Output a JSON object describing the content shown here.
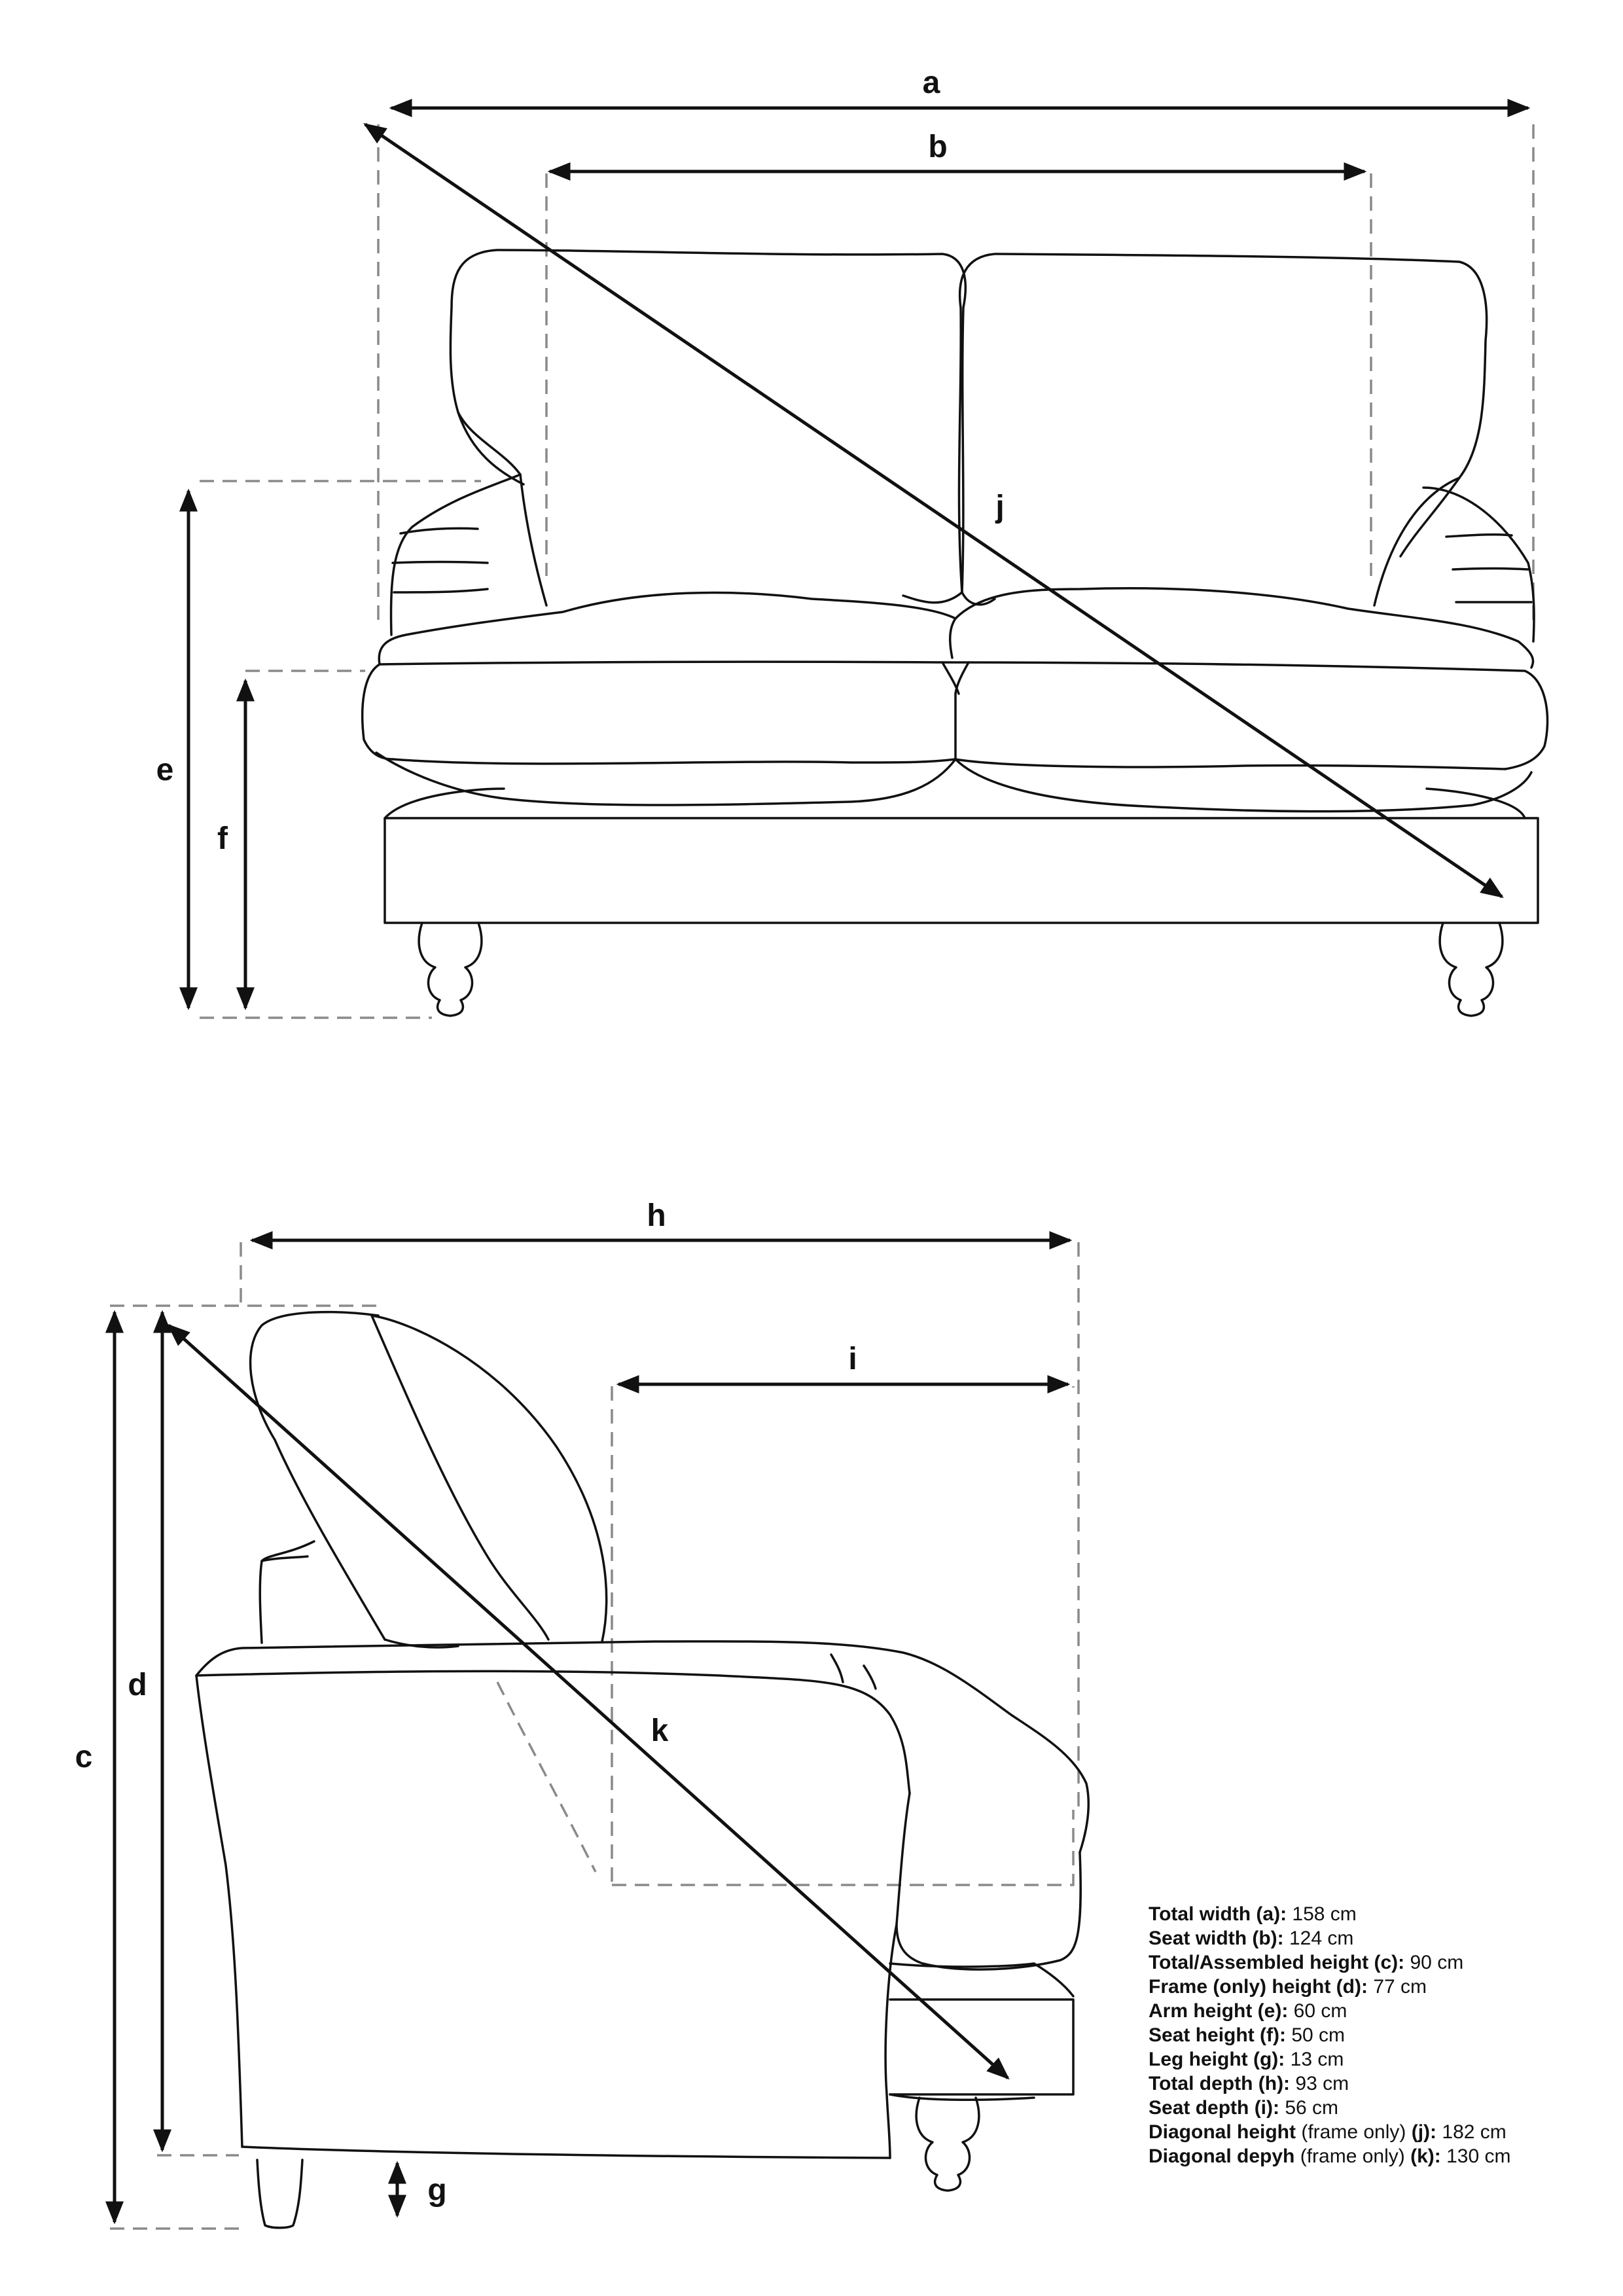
{
  "labels": {
    "a": "a",
    "b": "b",
    "c": "c",
    "d": "d",
    "e": "e",
    "f": "f",
    "g": "g",
    "h": "h",
    "i": "i",
    "j": "j",
    "k": "k"
  },
  "specs": [
    {
      "label": "Total width (a):",
      "value": "158 cm"
    },
    {
      "label": "Seat width (b):",
      "value": "124 cm"
    },
    {
      "label": "Total/Assembled height (c):",
      "value": "90 cm"
    },
    {
      "label": "Frame (only) height (d):",
      "value": "77 cm"
    },
    {
      "label": "Arm height (e):",
      "value": "60 cm"
    },
    {
      "label": "Seat height (f):",
      "value": "50 cm"
    },
    {
      "label": "Leg height (g):",
      "value": "13 cm"
    },
    {
      "label": "Total depth (h):",
      "value": "93 cm"
    },
    {
      "label": "Seat depth (i):",
      "value": "56 cm"
    },
    {
      "label": "Diagonal height",
      "note": "(frame only)",
      "key": "(j):",
      "value": "182 cm"
    },
    {
      "label": "Diagonal depyh",
      "note": "(frame only)",
      "key": "(k):",
      "value": "130 cm"
    }
  ]
}
